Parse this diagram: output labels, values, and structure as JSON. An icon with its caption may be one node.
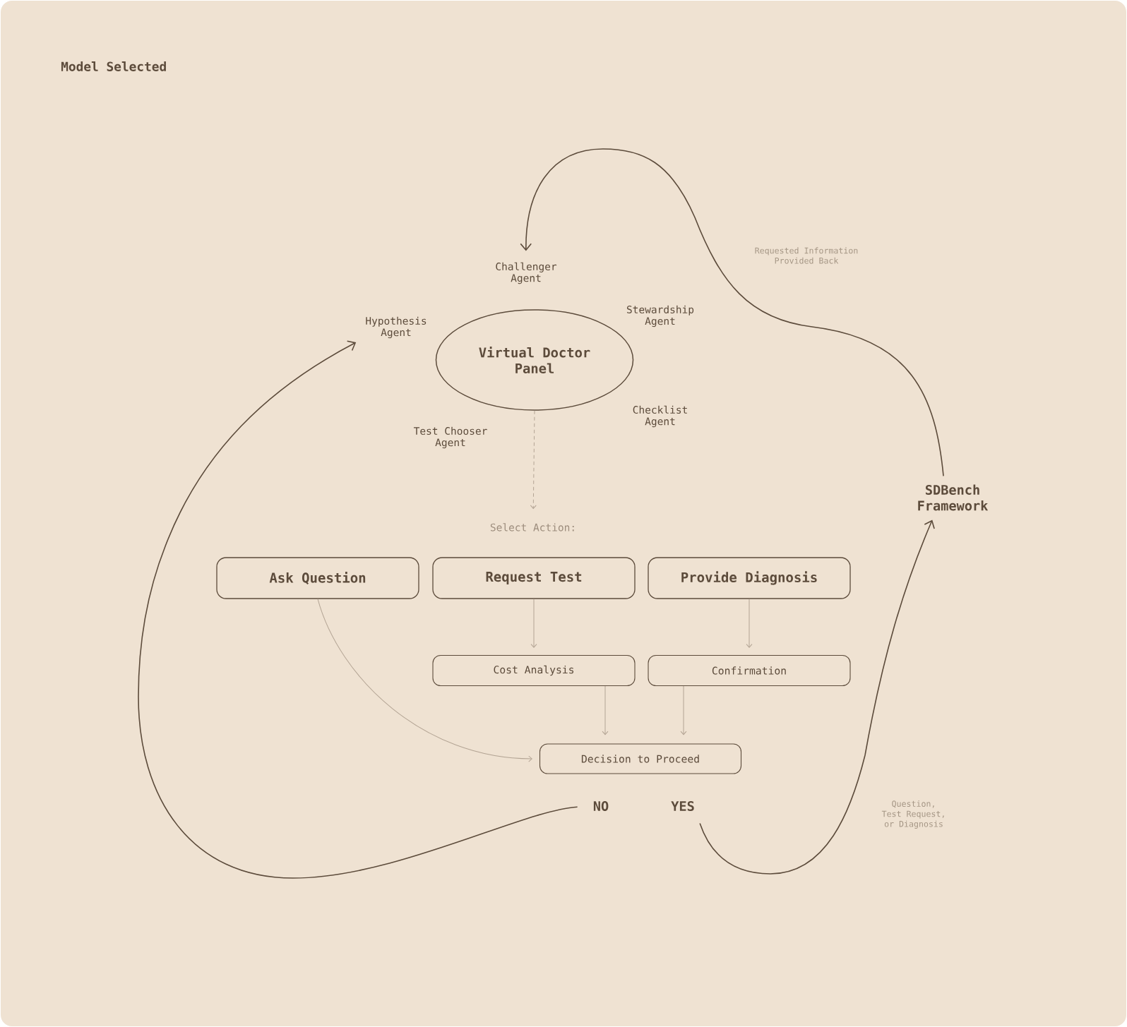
{
  "diagram": {
    "nodes": [
      {
        "text": [
          "Challenger Agent"
        ]
      },
      {
        "text": [
          "Hypothesis Agent"
        ]
      },
      {
        "text": [
          "Virtual Doctor Panel"
        ]
      },
      {
        "text": [
          "SDBench Framework"
        ]
      },
      {
        "text": [
          "Select Action:"
        ]
      },
      {
        "text": [
          "Ask Question"
        ]
      },
      {
        "text": [
          "Request Test"
        ]
      },
      {
        "text": [
          "Provide Diagnosis"
        ]
      },
      {
        "text": [
          "Cost Analysis"
        ]
      },
      {
        "text": [
          "Confirmation"
        ]
      },
      {
        "text": [
          "Decision to Proceed"
        ]
      },
      {
        "text": [
          "NO"
        ]
      },
      {
        "text": [
          "YES"
        ]
      }
    ],
    "edges": [
      {
        "from": 3,
        "to": 0,
        "arrow": "to",
        "label": "Requested Information Provided Back",
        "color": "#5c4b3b"
      },
      {
        "from": 2,
        "to": 4,
        "arrow": "to",
        "style": "dashed"
      },
      {
        "from": 6,
        "to": 8,
        "arrow": "to"
      },
      {
        "from": 7,
        "to": 9,
        "arrow": "to"
      },
      {
        "from": 5,
        "to": 10,
        "arrow": "to"
      },
      {
        "from": 8,
        "to": 10,
        "arrow": "to"
      },
      {
        "from": 9,
        "to": 10,
        "arrow": "to"
      },
      {
        "from": 11,
        "to": 1,
        "arrow": "to",
        "color": "#5c4b3b"
      },
      {
        "from": 12,
        "to": 3,
        "arrow": "to",
        "label": "Question, Test Request, or Diagnosis",
        "color": "#5c4b3b"
      }
    ],
    "labels": [
      "Model Selected",
      "Stewardship Agent",
      "Checklist Agent",
      "Test Chooser Agent"
    ]
  }
}
